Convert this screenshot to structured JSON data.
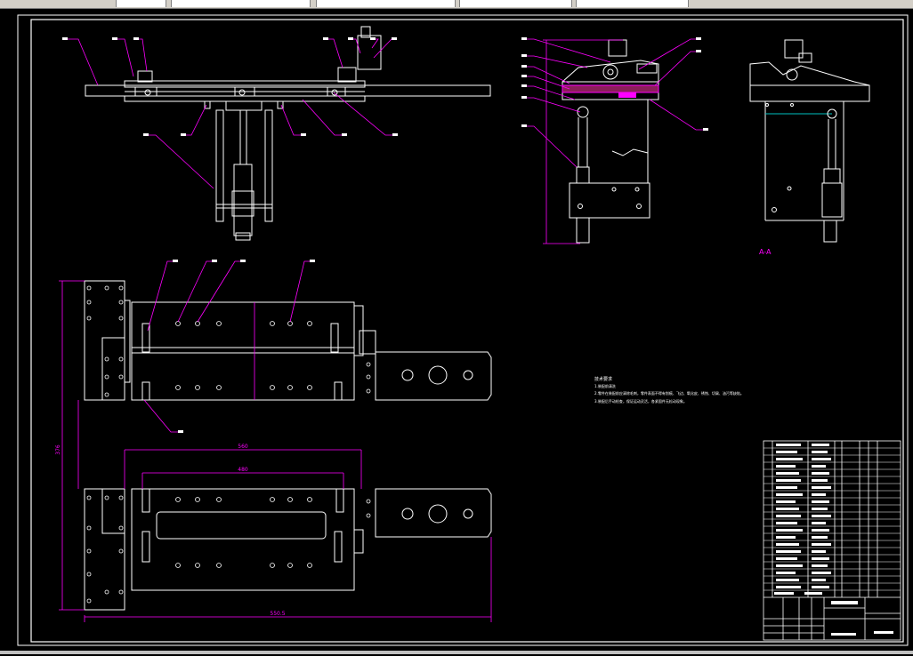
{
  "toolbar": {
    "segments": [
      "",
      "",
      "",
      "",
      ""
    ]
  },
  "drawing": {
    "notes_title": "技术要求",
    "notes": [
      "1.装配前清洗",
      "2.零件在装配前应清除毛刺，零件表面不得有划痕、飞边、氧化皮、锈蚀、切屑、油污等缺陷。",
      "3.装配后手动检查，保证运动灵活，各紧固件无松动现象。"
    ],
    "dims": {
      "overall_length": "550.5",
      "height_left": "376",
      "width_top": "560",
      "width_inner": "480"
    },
    "view_label": "A-A",
    "colors": {
      "line": "#ffffff",
      "leader": "#ff00ff",
      "background": "#000000"
    }
  }
}
